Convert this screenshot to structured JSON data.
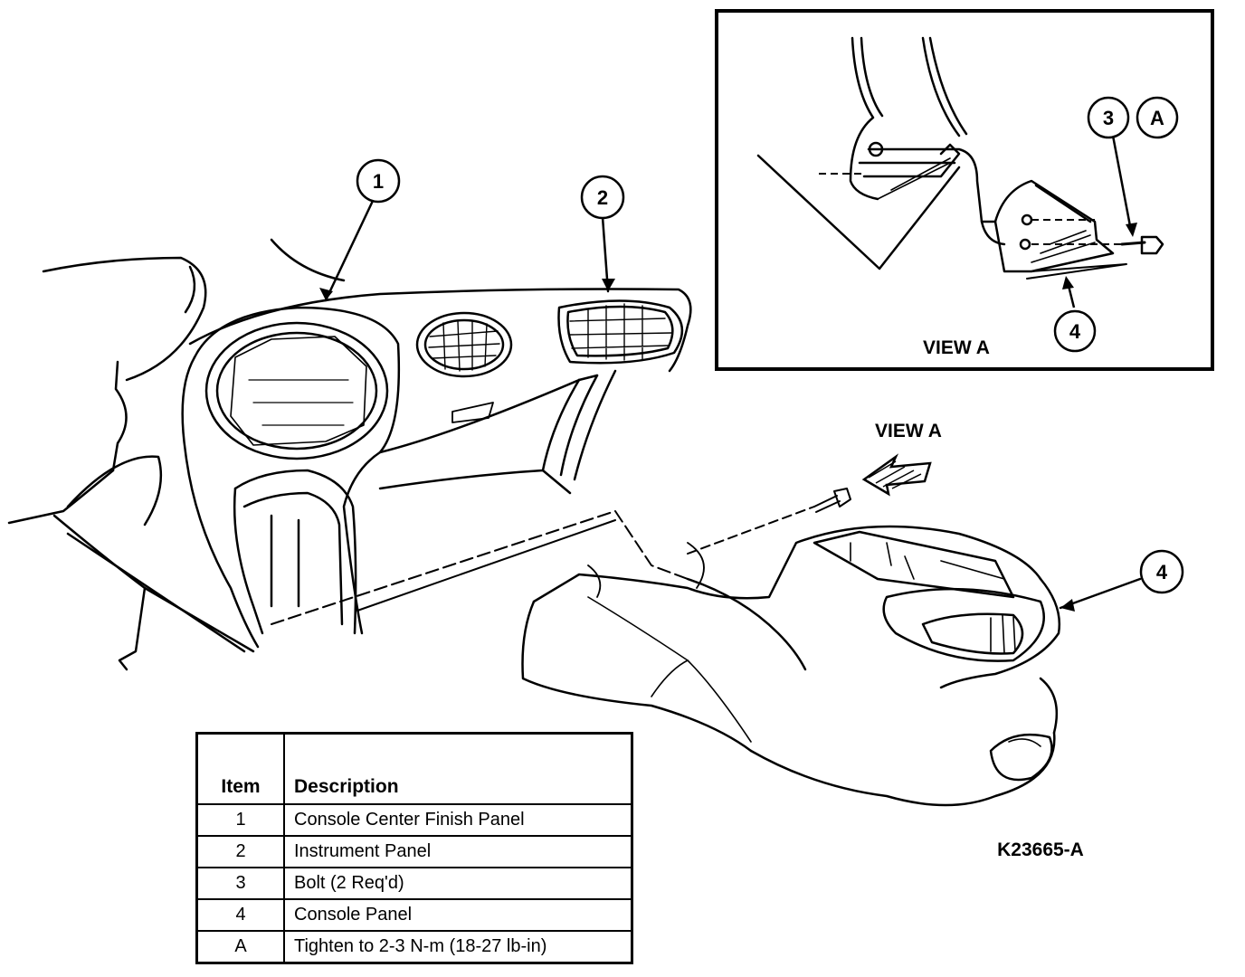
{
  "figure_id": "K23665-A",
  "view_label": "VIEW A",
  "inset_title": "VIEW A",
  "callouts": [
    "1",
    "2",
    "3",
    "A",
    "4"
  ],
  "table": {
    "headers": {
      "item": "Item",
      "description": "Description"
    },
    "rows": [
      {
        "item": "1",
        "description": "Console Center Finish Panel"
      },
      {
        "item": "2",
        "description": "Instrument Panel"
      },
      {
        "item": "3",
        "description": "Bolt (2 Req'd)"
      },
      {
        "item": "4",
        "description": "Console Panel"
      },
      {
        "item": "A",
        "description": "Tighten to 2-3 N-m (18-27 lb-in)"
      }
    ]
  }
}
